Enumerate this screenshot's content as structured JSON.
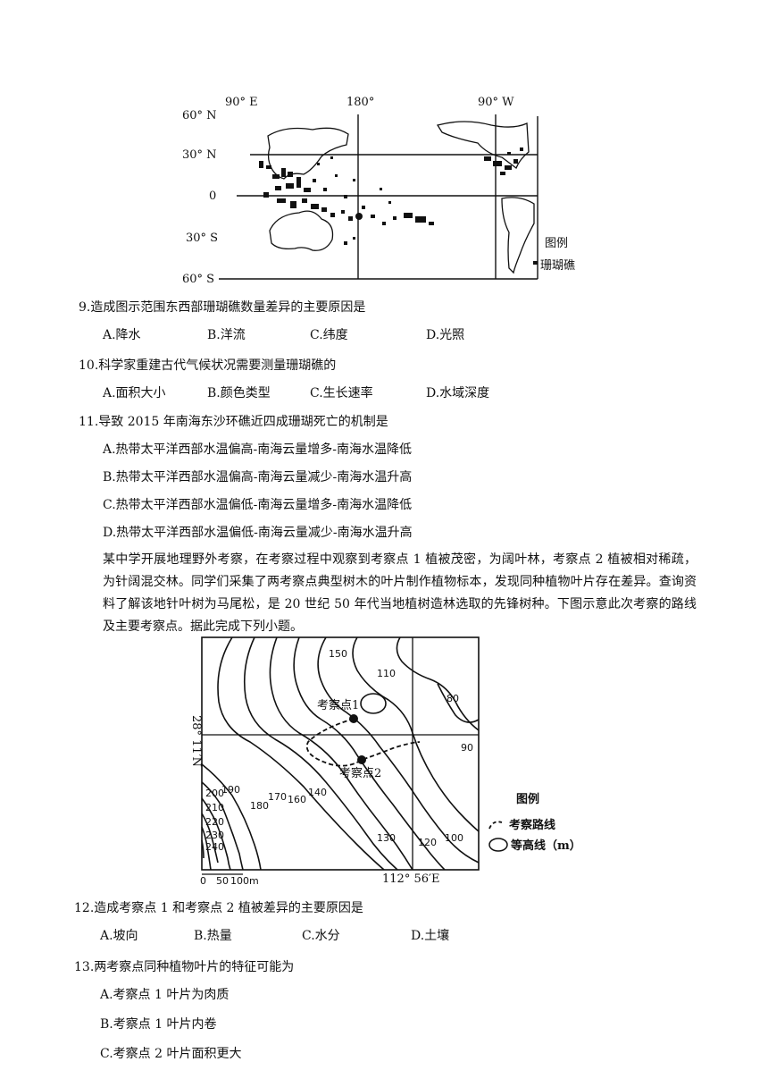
{
  "map1": {
    "lon_labels": [
      "90° E",
      "180°",
      "90° W"
    ],
    "lat_labels": [
      "60° N",
      "30° N",
      "0",
      "30° S",
      "60° S"
    ],
    "legend_title": "图例",
    "legend_item": "珊瑚礁"
  },
  "questions": [
    {
      "stem": "9.造成图示范围东西部珊瑚礁数量差异的主要原因是",
      "options": [
        "A.降水",
        "B.洋流",
        "C.纬度",
        "D.光照"
      ]
    },
    {
      "stem": "10.科学家重建古代气候状况需要测量珊瑚礁的",
      "options": [
        "A.面积大小",
        "B.颜色类型",
        "C.生长速率",
        "D.水域深度"
      ]
    },
    {
      "stem": "11.导致 2015 年南海东沙环礁近四成珊瑚死亡的机制是",
      "options": [
        "A.热带太平洋西部水温偏高-南海云量增多-南海水温降低",
        "B.热带太平洋西部水温偏高-南海云量减少-南海水温升高",
        "C.热带太平洋西部水温偏低-南海云量增多-南海水温降低",
        "D.热带太平洋西部水温偏低-南海云量减少-南海水温升高"
      ]
    }
  ],
  "passage": "某中学开展地理野外考察，在考察过程中观察到考察点 1 植被茂密，为阔叶林，考察点 2 植被相对稀疏，为针阔混交林。同学们采集了两考察点典型树木的叶片制作植物标本，发现同种植物叶片存在差异。查询资料了解该地针叶树为马尾松，是 20 世纪 50 年代当地植树造林选取的先锋树种。下图示意此次考察的路线及主要考察点。据此完成下列小题。",
  "map2": {
    "lat_label": "28° 11′N",
    "lon_label": "112° 56′E",
    "point1": "考察点1",
    "point2": "考察点2",
    "contours": [
      "150",
      "110",
      "80",
      "90",
      "140",
      "160",
      "170",
      "180",
      "190",
      "200",
      "210",
      "220",
      "230",
      "240",
      "130",
      "120",
      "100"
    ],
    "scale": [
      "0",
      "50",
      "100m"
    ],
    "legend_title": "图例",
    "legend_route": "考察路线",
    "legend_contour": "等高线（m）"
  },
  "questions2": [
    {
      "stem": "12.造成考察点 1 和考察点 2 植被差异的主要原因是",
      "options": [
        "A.坡向",
        "B.热量",
        "C.水分",
        "D.土壤"
      ]
    },
    {
      "stem": "13.两考察点同种植物叶片的特征可能为",
      "options": [
        "A.考察点 1 叶片为肉质",
        "B.考察点 1 叶片内卷",
        "C.考察点 2 叶片面积更大"
      ]
    }
  ]
}
